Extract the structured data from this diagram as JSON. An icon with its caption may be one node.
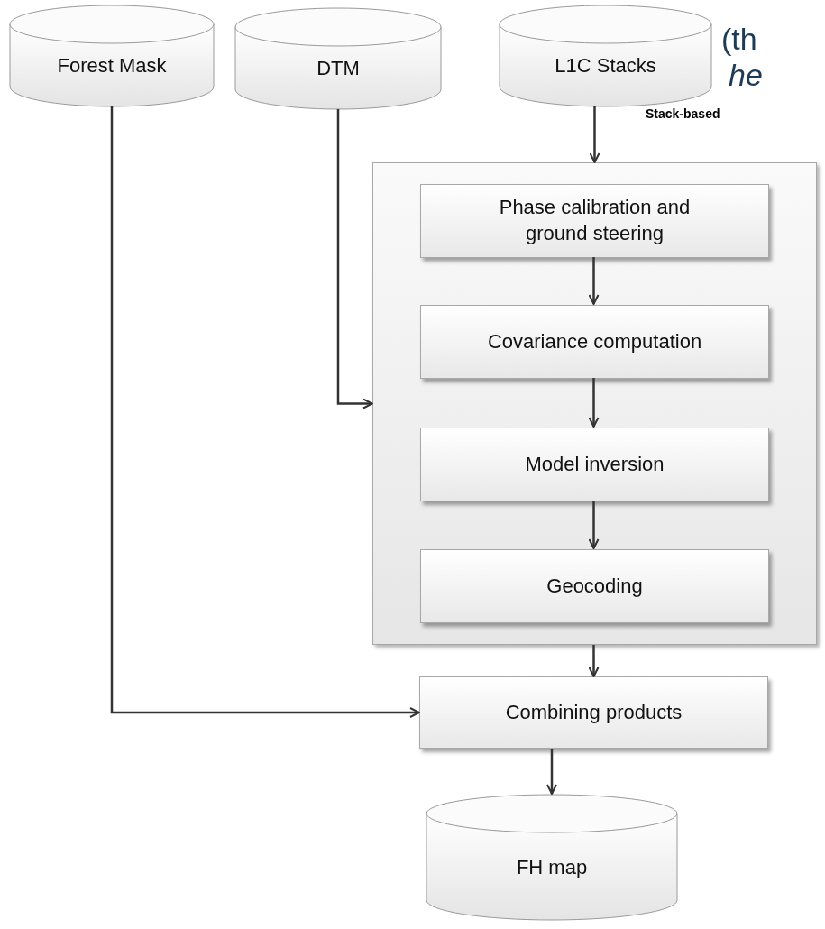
{
  "diagram": {
    "nodes": [
      {
        "text": [
          "Forest Mask"
        ]
      },
      {
        "text": [
          "DTM"
        ]
      },
      {
        "text": [
          "L1C Stacks"
        ]
      },
      {
        "text": [],
        "shape": "box"
      },
      {
        "text": [
          "Phase calibration and ground steering"
        ],
        "in": 3
      },
      {
        "text": [
          "Covariance computation"
        ],
        "in": 3
      },
      {
        "text": [
          "Model inversion"
        ],
        "in": 3
      },
      {
        "text": [
          "Geocoding"
        ],
        "in": 3
      },
      {
        "text": [
          "Combining products"
        ]
      },
      {
        "text": [
          "FH map"
        ]
      }
    ],
    "edges": [
      {
        "from": 2,
        "to": 3,
        "arrow": "to"
      },
      {
        "from": 1,
        "to": 3,
        "arrow": "to"
      },
      {
        "from": 4,
        "to": 5,
        "arrow": "to"
      },
      {
        "from": 5,
        "to": 6,
        "arrow": "to"
      },
      {
        "from": 6,
        "to": 7,
        "arrow": "to"
      },
      {
        "from": 3,
        "to": 8,
        "arrow": "to"
      },
      {
        "from": 0,
        "to": 8,
        "arrow": "to"
      },
      {
        "from": 8,
        "to": 9,
        "arrow": "to"
      }
    ],
    "labels": [
      "(th",
      "he",
      "Stack-based"
    ]
  }
}
